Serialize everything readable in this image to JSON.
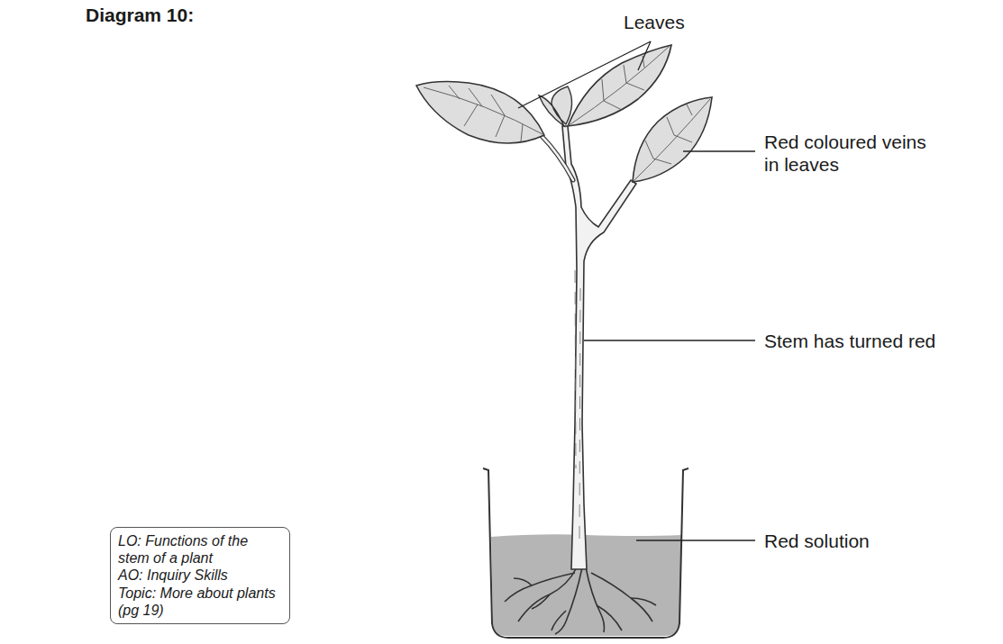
{
  "diagram": {
    "title": "Diagram 10:",
    "nodes": [
      {
        "text": [
          "LO: Functions of the stem of a plant",
          "AO: Inquiry Skills",
          "Topic: More about plants (pg 19)"
        ]
      }
    ],
    "labels": [
      "Leaves",
      "Red coloured veins in leaves",
      "Stem has turned red",
      "Red solution"
    ]
  }
}
